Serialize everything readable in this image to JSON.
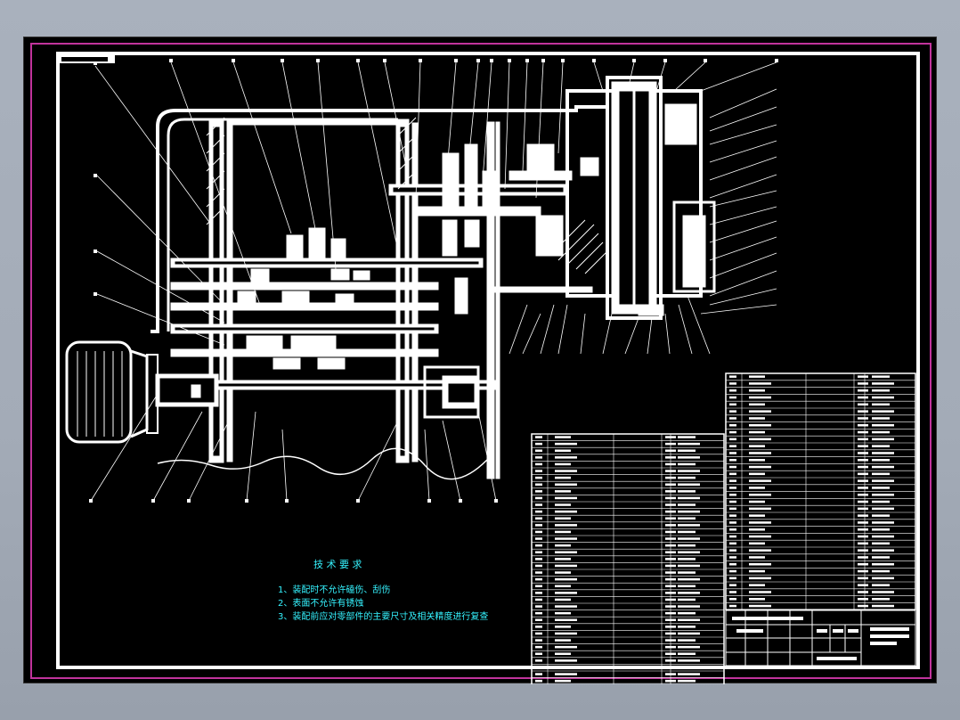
{
  "tech_requirements": {
    "title": "技 术 要 求",
    "items": [
      "1、装配时不允许磕伤、刮伤",
      "2、表面不允许有锈蚀",
      "3、装配前应对零部件的主要尺寸及相关精度进行复查"
    ]
  },
  "colors": {
    "background_grey": "#a7afbb",
    "canvas": "#000000",
    "frame_magenta": "#c1339c",
    "lines": "#ffffff",
    "note_text": "#35f3ff"
  }
}
